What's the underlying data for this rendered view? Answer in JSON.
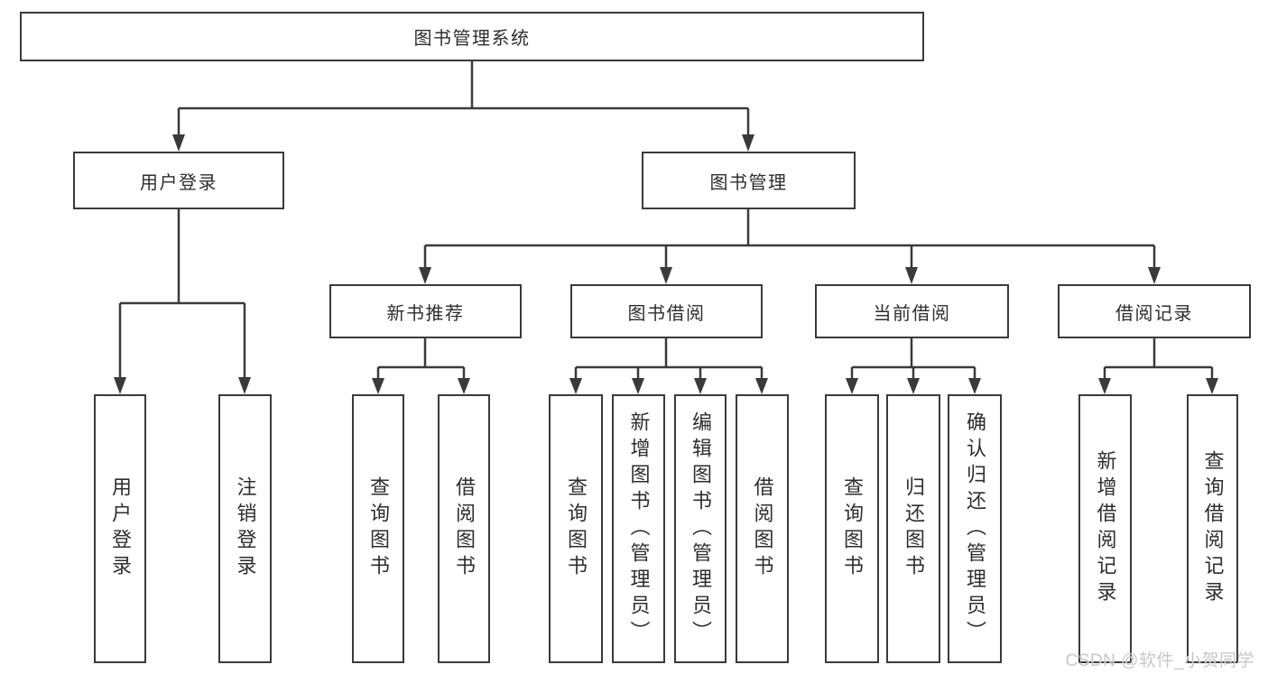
{
  "tree": {
    "label": "图书管理系统",
    "children": [
      {
        "label": "用户登录",
        "children": [
          {
            "label": "用户登录"
          },
          {
            "label": "注销登录"
          }
        ]
      },
      {
        "label": "图书管理",
        "children": [
          {
            "label": "新书推荐",
            "children": [
              {
                "label": "查询图书"
              },
              {
                "label": "借阅图书"
              }
            ]
          },
          {
            "label": "图书借阅",
            "children": [
              {
                "label": "查询图书"
              },
              {
                "label": "新增图书（管理员）"
              },
              {
                "label": "编辑图书（管理员）"
              },
              {
                "label": "借阅图书"
              }
            ]
          },
          {
            "label": "当前借阅",
            "children": [
              {
                "label": "查询图书"
              },
              {
                "label": "归还图书"
              },
              {
                "label": "确认归还（管理员）"
              }
            ]
          },
          {
            "label": "借阅记录",
            "children": [
              {
                "label": "新增借阅记录"
              },
              {
                "label": "查询借阅记录"
              }
            ]
          }
        ]
      }
    ]
  },
  "watermark": "CSDN @软件_小贺同学",
  "colors": {
    "line": "#3a3a3a",
    "text": "#2e2e2e",
    "watermark": "#c7c7c7",
    "background": "#ffffff"
  }
}
